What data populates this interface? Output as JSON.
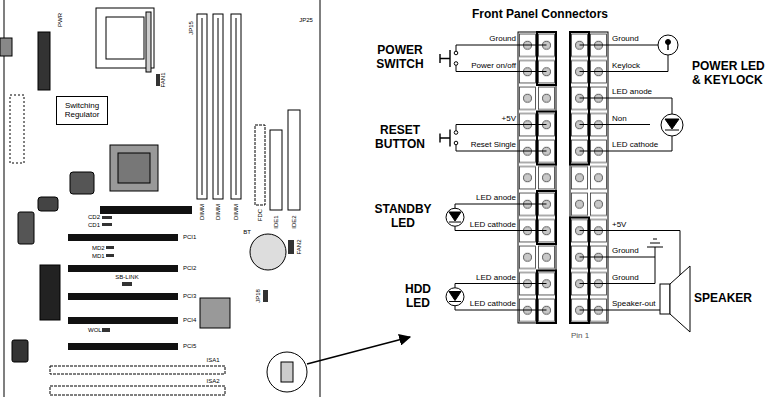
{
  "diagram": {
    "title": "Front Panel Connectors",
    "nodes": [
      {
        "text": [
          "Switching Regulator"
        ]
      }
    ],
    "labels": [
      "PWR",
      "JP25",
      "JP15",
      "FAN1",
      "DIMM",
      "DIMM",
      "DIMM",
      "FDC",
      "IDE1",
      "IDE2",
      "CD2",
      "CD1",
      "PCI1",
      "PCI2",
      "PCI3",
      "PCI4",
      "PCI5",
      "MD2",
      "MD1",
      "SB-LINK",
      "WOL",
      "BT",
      "FAN2",
      "JP18",
      "ISA1",
      "ISA2",
      "POWER SWITCH",
      "Ground",
      "Power on/off",
      "RESET BUTTON",
      "+5V",
      "Reset Single",
      "STANDBY LED",
      "LED anode",
      "LED cathode",
      "HDD LED",
      "LED anode",
      "LED cathode",
      "Ground",
      "Keylock",
      "LED anode",
      "Non",
      "LED cathode",
      "POWER LED & KEYLOCK",
      "+5V",
      "Ground",
      "Ground",
      "Speaker-out",
      "SPEAKER",
      "Pin 1"
    ]
  }
}
